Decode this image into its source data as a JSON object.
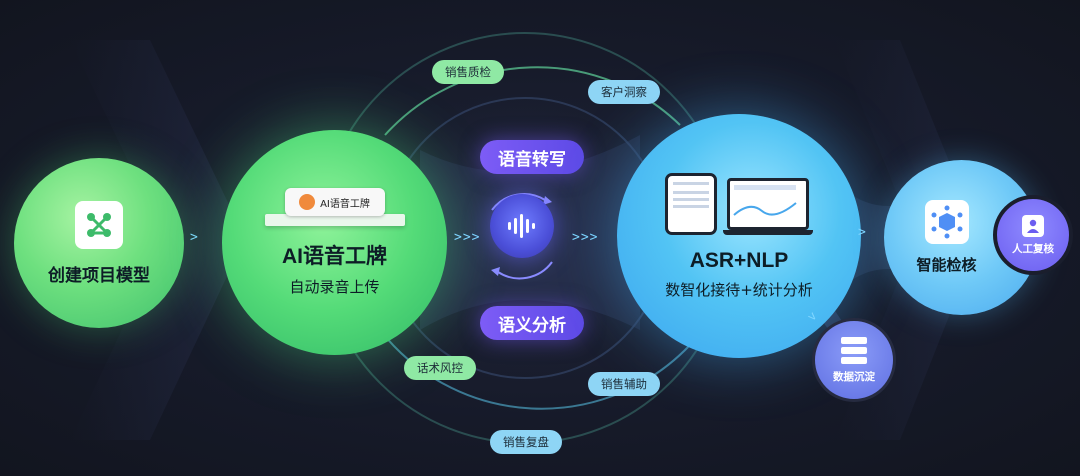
{
  "nodes": {
    "create_model": {
      "label": "创建项目模型"
    },
    "badge": {
      "title": "AI语音工牌",
      "subtitle": "自动录音上传",
      "badge_label": "AI语音工牌"
    },
    "asr": {
      "title": "ASR+NLP",
      "subtitle": "数智化接待+统计分析"
    },
    "inspect": {
      "label": "智能检核"
    },
    "manual": {
      "label": "人工复核"
    },
    "data": {
      "label": "数据沉淀"
    }
  },
  "center": {
    "top_pill": "语音转写",
    "bottom_pill": "语义分析"
  },
  "tags": {
    "sales_quality": "销售质检",
    "customer_insight": "客户洞察",
    "talk_control": "话术风控",
    "sales_assist": "销售辅助",
    "sales_review": "销售复盘"
  },
  "arrows": [
    ">>>",
    ">>>",
    ">>>",
    ">>",
    ">"
  ],
  "colors": {
    "green": "#54db78",
    "blue": "#52c4f4",
    "purple": "#6b5df0",
    "background": "#161a29"
  },
  "icons": [
    "network-icon",
    "waveform-icon",
    "database-icon",
    "hexagon-network-icon",
    "person-icon"
  ]
}
